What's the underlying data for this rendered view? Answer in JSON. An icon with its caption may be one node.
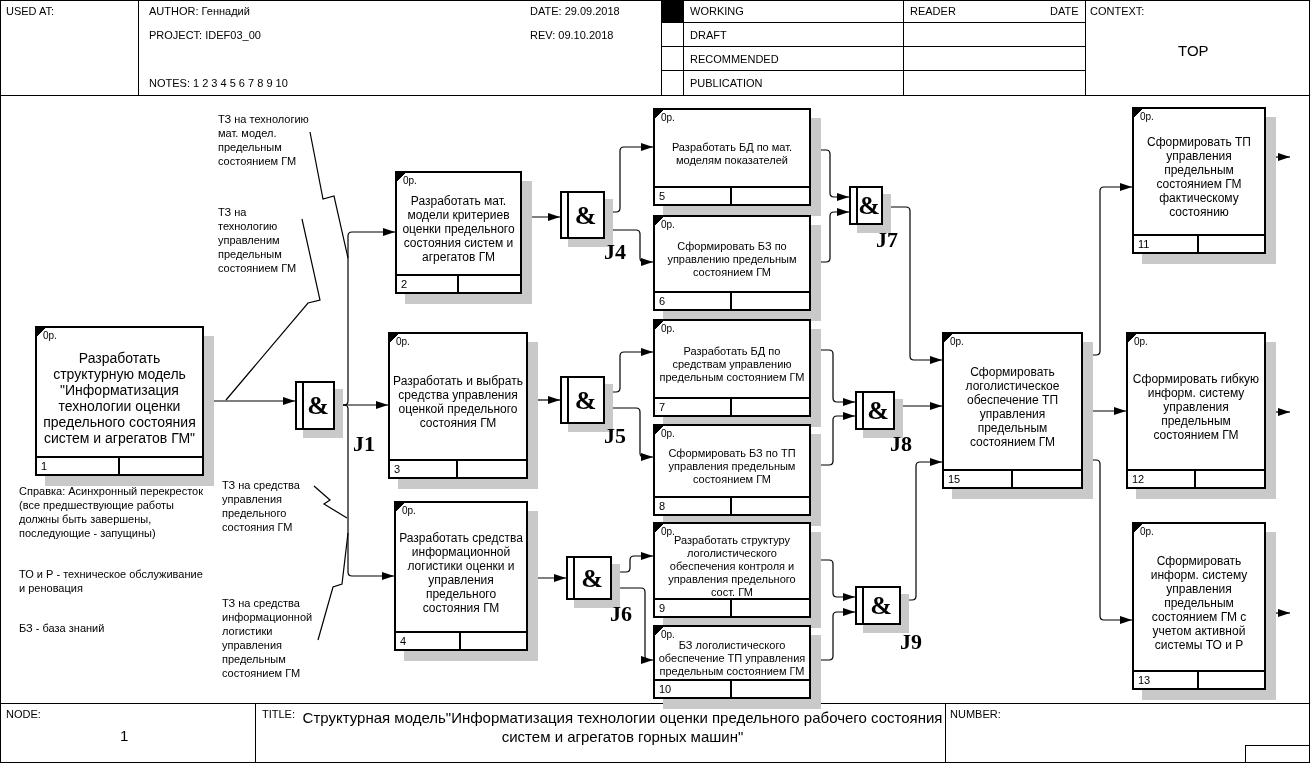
{
  "diagram": {
    "title": "Структурная модель\"Информатизация технологии оценки предельного рабочего состояния систем и агрегатов горных машин\"",
    "nodes": [
      {
        "text": [
          "0р.",
          "Разработать структурную модель \"Информатизация технологии оценки предельного состояния систем и агрегатов ГМ\"",
          "1"
        ]
      },
      {
        "text": [
          "&"
        ],
        "beside": [
          "J1"
        ]
      },
      {
        "text": [
          "0р.",
          "Разработать мат. модели критериев оценки предельного состояния систем и агрегатов ГМ",
          "2"
        ]
      },
      {
        "text": [
          "0р.",
          "Разработать и выбрать средства управления оценкой предельного состояния ГМ",
          "3"
        ]
      },
      {
        "text": [
          "0р.",
          "Разработать средства информационной логистики оценки и управления предельного состояния ГМ",
          "4"
        ]
      },
      {
        "text": [
          "&"
        ],
        "beside": [
          "J4"
        ]
      },
      {
        "text": [
          "&"
        ],
        "beside": [
          "J5"
        ]
      },
      {
        "text": [
          "&"
        ],
        "beside": [
          "J6"
        ]
      },
      {
        "text": [
          "0р.",
          "Разработать БД по мат. моделям показателей",
          "5"
        ]
      },
      {
        "text": [
          "0р.",
          "Сформировать БЗ по управлению предельным состоянием ГМ",
          "6"
        ]
      },
      {
        "text": [
          "0р.",
          "Разработать БД по средствам управлению предельным состоянием ГМ",
          "7"
        ]
      },
      {
        "text": [
          "0р.",
          "Сформировать БЗ по ТП управления предельным состоянием ГМ",
          "8"
        ]
      },
      {
        "text": [
          "0р.",
          "Разработать структуру логолистического обеспечения контроля и управления предельного сост. ГМ",
          "9"
        ]
      },
      {
        "text": [
          "0р.",
          "БЗ логолистического обеспечение ТП управления предельным состоянием ГМ",
          "10"
        ]
      },
      {
        "text": [
          "&"
        ],
        "beside": [
          "J7"
        ]
      },
      {
        "text": [
          "&"
        ],
        "beside": [
          "J8"
        ]
      },
      {
        "text": [
          "&"
        ],
        "beside": [
          "J9"
        ]
      },
      {
        "text": [
          "0р.",
          "Сформировать логолистическое обеспечение ТП управления предельным состоянием ГМ",
          "15"
        ]
      },
      {
        "text": [
          "0р.",
          "Сформировать ТП управления предельным состоянием ГМ фактическому состоянию",
          "11"
        ]
      },
      {
        "text": [
          "0р.",
          "Сформировать гибкую информ. систему управления предельным состоянием ГМ",
          "12"
        ]
      },
      {
        "text": [
          "0р.",
          "Сформировать информ. систему управления предельным состоянием ГМ с учетом активной системы ТО и Р",
          "13"
        ]
      },
      {
        "text": [
          "ТЗ на технологию мат. модел. предельным состоянием ГМ"
        ]
      },
      {
        "text": [
          "ТЗ на технологию управленим предельным состоянием ГМ"
        ]
      },
      {
        "text": [
          "ТЗ на средства управления предельного состояния ГМ"
        ]
      },
      {
        "text": [
          "ТЗ на средства информационной логистики управления предельным состоянием ГМ"
        ]
      }
    ],
    "edges": [
      {
        "from": 0,
        "to": 1,
        "arrow": "to"
      },
      {
        "from": 1,
        "to": 2,
        "arrow": "to"
      },
      {
        "from": 1,
        "to": 3,
        "arrow": "to"
      },
      {
        "from": 1,
        "to": 4,
        "arrow": "to"
      },
      {
        "from": 2,
        "to": 5,
        "arrow": "to"
      },
      {
        "from": 3,
        "to": 6,
        "arrow": "to"
      },
      {
        "from": 4,
        "to": 7,
        "arrow": "to"
      },
      {
        "from": 5,
        "to": 8,
        "arrow": "to"
      },
      {
        "from": 5,
        "to": 9,
        "arrow": "to"
      },
      {
        "from": 6,
        "to": 10,
        "arrow": "to"
      },
      {
        "from": 6,
        "to": 11,
        "arrow": "to"
      },
      {
        "from": 7,
        "to": 12,
        "arrow": "to"
      },
      {
        "from": 7,
        "to": 13,
        "arrow": "to"
      },
      {
        "from": 8,
        "to": 14,
        "arrow": "to"
      },
      {
        "from": 9,
        "to": 14,
        "arrow": "to"
      },
      {
        "from": 10,
        "to": 15,
        "arrow": "to"
      },
      {
        "from": 11,
        "to": 15,
        "arrow": "to"
      },
      {
        "from": 12,
        "to": 16,
        "arrow": "to"
      },
      {
        "from": 13,
        "to": 16,
        "arrow": "to"
      },
      {
        "from": 14,
        "to": 17,
        "arrow": "to"
      },
      {
        "from": 15,
        "to": 17,
        "arrow": "to"
      },
      {
        "from": 16,
        "to": 17,
        "arrow": "to"
      },
      {
        "from": 17,
        "to": 18,
        "arrow": "to"
      },
      {
        "from": 17,
        "to": 19,
        "arrow": "to"
      },
      {
        "from": 17,
        "to": 20,
        "arrow": "to"
      },
      {
        "from": 18,
        "to": null,
        "arrow": "to"
      },
      {
        "from": 19,
        "to": null,
        "arrow": "to"
      },
      {
        "from": 20,
        "to": null,
        "arrow": "to"
      },
      {
        "from": 21,
        "to": null,
        "arrow": "none"
      },
      {
        "from": 22,
        "to": null,
        "arrow": "none"
      },
      {
        "from": 23,
        "to": null,
        "arrow": "none"
      },
      {
        "from": 24,
        "to": null,
        "arrow": "none"
      }
    ],
    "labels": [
      "USED AT:",
      "AUTHOR: Геннадий",
      "DATE: 29.09.2018",
      "WORKING",
      "READER",
      "DATE",
      "CONTEXT:",
      "PROJECT: IDEF03_00",
      "REV: 09.10.2018",
      "DRAFT",
      "TOP",
      "RECOMMENDED",
      "NOTES: 1 2 3 4 5 6 7 8 9 10",
      "PUBLICATION",
      "Справка: Асинхронный перекресток (все предшествующие работы должны быть завершены, последующие - запущины)",
      "ТО и Р - техническое обслуживание и реновация",
      "БЗ - база знаний",
      "NODE:",
      "1",
      "TITLE:",
      "NUMBER:"
    ]
  }
}
